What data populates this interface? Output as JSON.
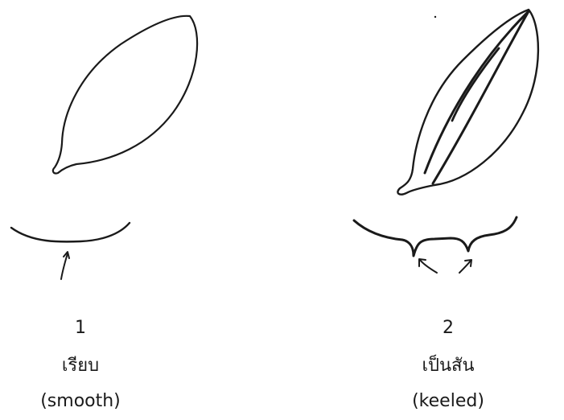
{
  "panels": [
    {
      "number": "1",
      "thai": "เรียบ",
      "english": "(smooth)"
    },
    {
      "number": "2",
      "thai": "เป็นสัน",
      "english": "(keeled)"
    }
  ],
  "colors": {
    "ink": "#1a1a1a",
    "background": "#ffffff"
  }
}
